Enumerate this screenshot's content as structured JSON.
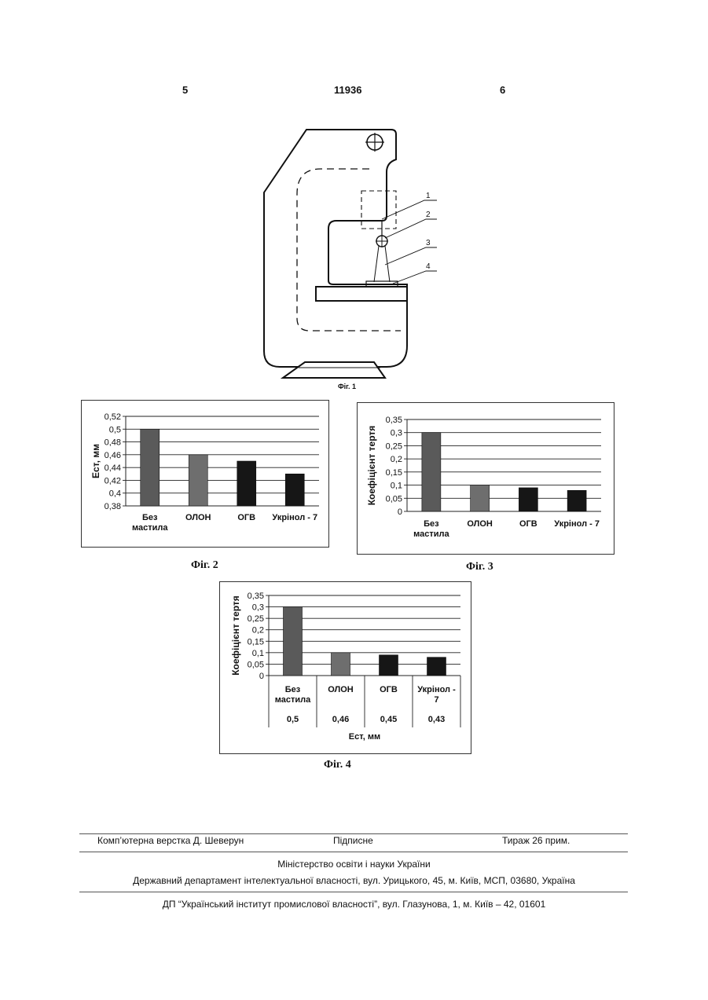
{
  "header": {
    "left_page": "5",
    "patent_no": "11936",
    "right_page": "6"
  },
  "fig1": {
    "caption": "Фіг. 1",
    "callouts": [
      "1",
      "2",
      "3",
      "4"
    ]
  },
  "fig2": {
    "caption": "Фіг. 2",
    "chart_data": {
      "type": "bar",
      "categories": [
        "Без мастила",
        "ОЛОН",
        "ОГВ",
        "Укрінол - 7"
      ],
      "category_lines": [
        [
          "Без",
          "мастила"
        ],
        [
          "ОЛОН"
        ],
        [
          "ОГВ"
        ],
        [
          "Укрінол - 7"
        ]
      ],
      "values": [
        0.5,
        0.46,
        0.45,
        0.43
      ],
      "ylabel": "Ест, мм",
      "ylim": [
        0.38,
        0.52
      ],
      "yticks": [
        "0,52",
        "0,5",
        "0,48",
        "0,46",
        "0,44",
        "0,42",
        "0,4",
        "0,38"
      ],
      "grid": true
    }
  },
  "fig3": {
    "caption": "Фіг. 3",
    "chart_data": {
      "type": "bar",
      "categories": [
        "Без мастила",
        "ОЛОН",
        "ОГВ",
        "Укрінол - 7"
      ],
      "category_lines": [
        [
          "Без",
          "мастила"
        ],
        [
          "ОЛОН"
        ],
        [
          "ОГВ"
        ],
        [
          "Укрінол - 7"
        ]
      ],
      "values": [
        0.3,
        0.1,
        0.09,
        0.08
      ],
      "ylabel": "Коефіцієнт тертя",
      "ylim": [
        0,
        0.35
      ],
      "yticks": [
        "0,35",
        "0,3",
        "0,25",
        "0,2",
        "0,15",
        "0,1",
        "0,05",
        "0"
      ],
      "grid": true
    }
  },
  "fig4": {
    "caption": "Фіг. 4",
    "chart_data": {
      "type": "bar",
      "categories": [
        "Без мастила",
        "ОЛОН",
        "ОГВ",
        "Укрінол - 7"
      ],
      "category_lines": [
        [
          "Без",
          "мастила"
        ],
        [
          "ОЛОН"
        ],
        [
          "ОГВ"
        ],
        [
          "Укрінол -",
          "7"
        ]
      ],
      "values": [
        0.3,
        0.1,
        0.09,
        0.08
      ],
      "table_row": [
        "0,5",
        "0,46",
        "0,45",
        "0,43"
      ],
      "ylabel": "Коефіцієнт тертя",
      "xlabel": "Ест, мм",
      "ylim": [
        0,
        0.35
      ],
      "yticks": [
        "0,35",
        "0,3",
        "0,25",
        "0,2",
        "0,15",
        "0,1",
        "0,05",
        "0"
      ],
      "grid": true
    }
  },
  "colors": {
    "bar_first": "#5a5a5a",
    "bar_second": "#6e6e6e",
    "bar_dark": "#161616"
  },
  "footer": {
    "typesetting": "Комп’ютерна верстка Д. Шеверун",
    "signed": "Підписне",
    "circulation": "Тираж 26 прим.",
    "ministry": "Міністерство освіти і науки України",
    "department": "Державний департамент інтелектуальної власності, вул. Урицького, 45, м. Київ, МСП, 03680, Україна",
    "institute": "ДП “Український інститут промислової власності”, вул. Глазунова, 1, м. Київ – 42, 01601"
  }
}
